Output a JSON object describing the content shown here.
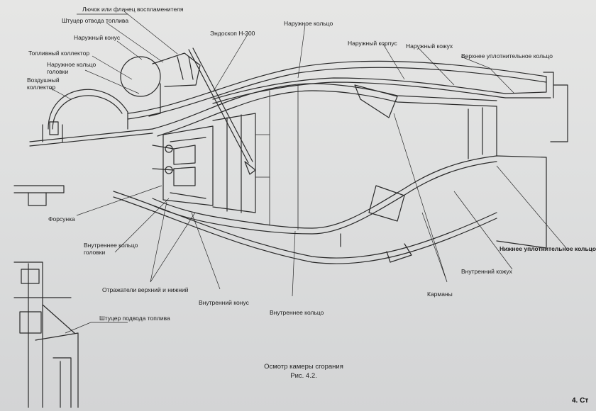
{
  "labels": {
    "hatch": "Лючок или фланец воспламенителя",
    "fuel_outlet": "Штуцер отвода топлива",
    "outer_cone": "Наружный конус",
    "fuel_collector": "Топливный коллектор",
    "outer_ring_head": "Наружное кольцо головки",
    "air_collector": "Воздушный коллектор",
    "endoscope": "Эндоскоп Н-200",
    "outer_ring": "Наружное кольцо",
    "outer_case": "Наружный корпус",
    "outer_casing": "Наружный кожух",
    "upper_seal": "Верхнее уплотнительное кольцо",
    "injector": "Форсунка",
    "inner_ring_head": "Внутреннее кольцо головки",
    "reflectors": "Отражатели верхний и нижний",
    "inner_cone": "Внутренний конус",
    "inner_ring": "Внутреннее кольцо",
    "pockets": "Карманы",
    "inner_casing": "Внутренний кожух",
    "lower_seal": "Нижнее уплотнительное кольцо",
    "fuel_inlet": "Штуцер подвода топлива"
  },
  "caption": {
    "title": "Осмотр камеры сгорания",
    "figure": "Рис. 4.2."
  },
  "page_corner": "4. Ст",
  "colors": {
    "paper": "#e2e3e3",
    "ink": "#2a2a2a"
  }
}
